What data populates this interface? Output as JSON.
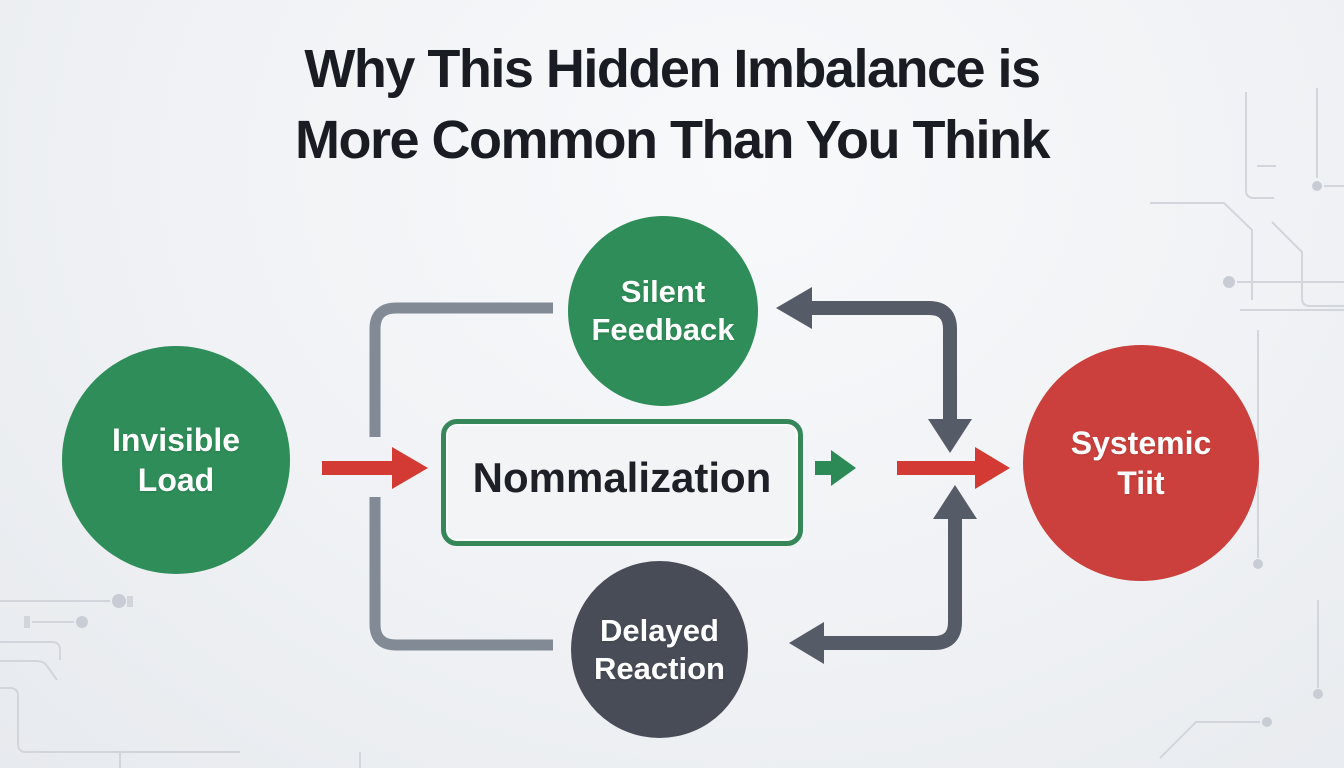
{
  "title": {
    "text": "Why This Hidden Imbalance is\nMore Common Than You Think"
  },
  "diagram": {
    "nodes": {
      "invisible_load": {
        "label": "Invisible\nLoad",
        "shape": "circle",
        "color": "#2e8d58",
        "text_color": "#ffffff"
      },
      "silent_feedback": {
        "label": "Silent\nFeedback",
        "shape": "circle",
        "color": "#2e8d58",
        "text_color": "#ffffff"
      },
      "normalization": {
        "label": "Nommalization",
        "shape": "rounded-rect",
        "border_color": "#35875a",
        "text_color": "#1d2027"
      },
      "delayed_reaction": {
        "label": "Delayed\nReaction",
        "shape": "circle",
        "color": "#474c57",
        "text_color": "#ffffff"
      },
      "systemic_tilt": {
        "label": "Systemic\nTiit",
        "shape": "circle",
        "color": "#cb403c",
        "text_color": "#ffffff"
      }
    },
    "connectors": [
      {
        "name": "invisible-load-to-normalization",
        "type": "arrow",
        "color": "#d23a33",
        "direction": "right"
      },
      {
        "name": "normalization-output-arrow",
        "type": "arrow",
        "color": "#2c8a56",
        "direction": "right"
      },
      {
        "name": "junction-to-systemic-tilt",
        "type": "arrow",
        "color": "#d23a33",
        "direction": "right"
      },
      {
        "name": "silent-feedback-left-loop",
        "type": "line",
        "color": "#818a95",
        "route": "silent-feedback → down → delayed-reaction"
      },
      {
        "name": "right-loop-into-silent-feedback",
        "type": "arrow",
        "color": "#555c68",
        "direction": "left-and-down"
      },
      {
        "name": "right-loop-into-delayed-reaction",
        "type": "arrow",
        "color": "#555c68",
        "direction": "up-and-left"
      }
    ],
    "colors": {
      "background_light": "#f8f9fb",
      "background_dark": "#e7eaee",
      "title_text": "#1a1c23",
      "green": "#2e8d58",
      "red": "#cb403c",
      "dark_gray": "#474c57",
      "box_border_green": "#35875a",
      "arrow_red": "#d23a33",
      "arrow_green": "#2c8a56",
      "loop_light_gray": "#818a95",
      "loop_dark_gray": "#555c68",
      "circuit_decoration": "#d2d6dc"
    }
  }
}
